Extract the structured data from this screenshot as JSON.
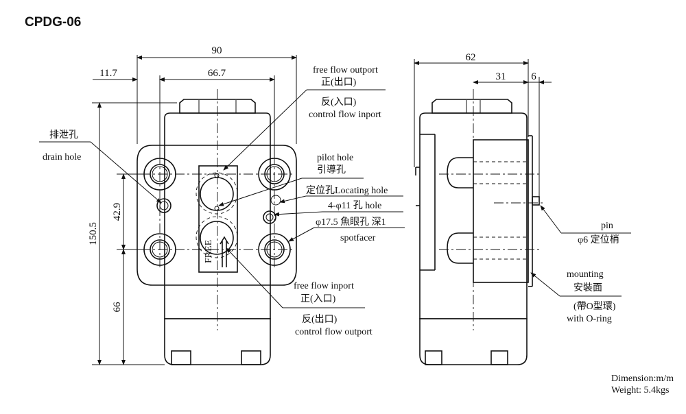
{
  "title": "CPDG-06",
  "dimensions": {
    "width_total": "90",
    "offset_left": "11.7",
    "port_spacing": "66.7",
    "height_total": "150.5",
    "hole_spacing": "42.9",
    "lower_height": "66",
    "side_depth": "62",
    "side_mid": "31",
    "pin_offset": "6"
  },
  "labels": {
    "free_flow_outport_en": "free flow outport",
    "free_flow_outport_zh": "正(出口)",
    "control_inport_zh": "反(入口)",
    "control_inport_en": "control flow inport",
    "drain_zh": "排泄孔",
    "drain_en": "drain hole",
    "pilot_en": "pilot hole",
    "pilot_zh": "引導孔",
    "locating": "定位孔Locating hole",
    "mount_holes": "4-φ11 孔 hole",
    "spotfacer_spec": "φ17.5 魚眼孔 深1",
    "spotfacer": "spotfacer",
    "free_flow_inport_en": "free flow inport",
    "free_flow_inport_zh": "正(入口)",
    "control_outport_zh": "反(出口)",
    "control_outport_en": "control flow outport",
    "pin_en": "pin",
    "pin_zh": "φ6 定位梢",
    "mounting_en": "mounting",
    "mounting_zh": "安裝面",
    "oring_zh": "(帶O型環)",
    "oring_en": "with O-ring",
    "free_mark": "FREE"
  },
  "footer": {
    "dimension": "Dimension:m/m",
    "weight": "Weight: 5.4kgs"
  }
}
